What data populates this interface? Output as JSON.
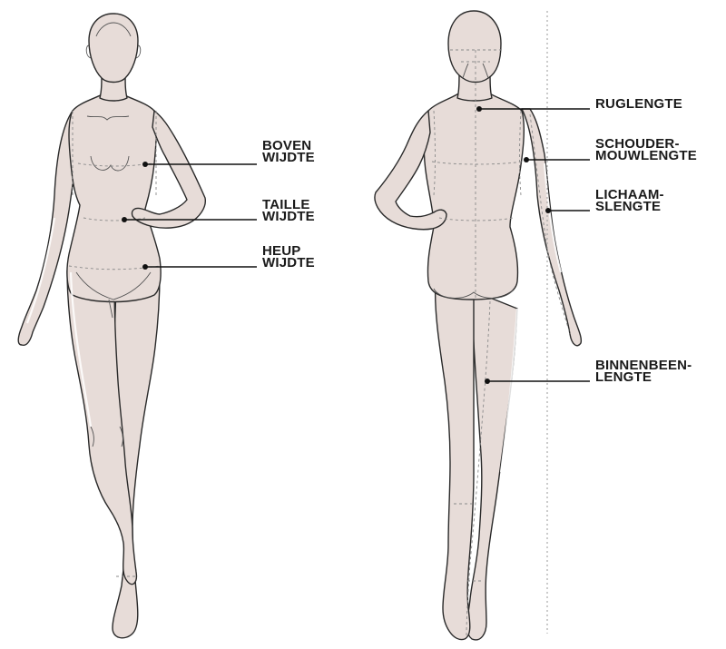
{
  "colors": {
    "skin": "#e7dcd8",
    "outline": "#2a2a2a",
    "guide": "#9a9a9a",
    "leader": "#111111",
    "text": "#1a1a1a"
  },
  "labels": {
    "bust": {
      "line1": "BOVEN",
      "line2": "WIJDTE"
    },
    "waist": {
      "line1": "TAILLE",
      "line2": "WIJDTE"
    },
    "hip": {
      "line1": "HEUP",
      "line2": "WIJDTE"
    },
    "back": {
      "line1": "RUGLENGTE"
    },
    "sleeve": {
      "line1": "SCHOUDER-",
      "line2": "MOUWLENGTE"
    },
    "body": {
      "line1": "LICHAAM-",
      "line2": "SLENGTE"
    },
    "inseam": {
      "line1": "BINNENBEEN-",
      "line2": "LENGTE"
    }
  }
}
